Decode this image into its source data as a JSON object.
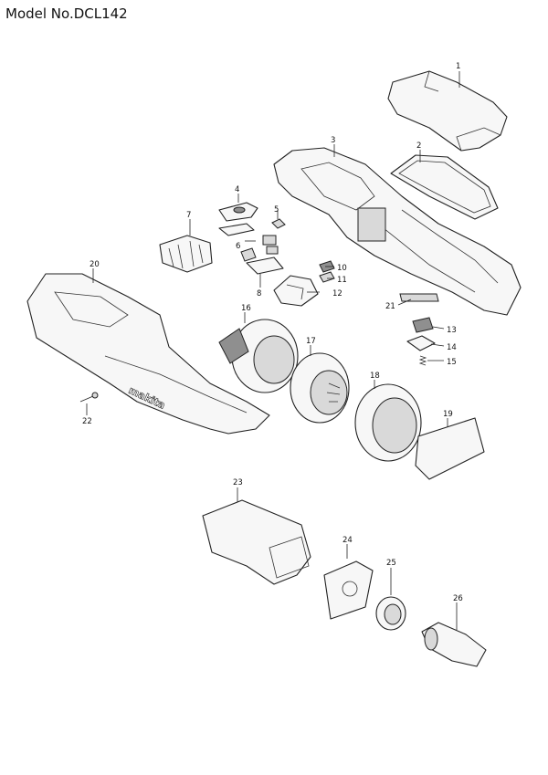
{
  "title": "Model No.DCL142",
  "brand_logo": "makita",
  "parts": [
    {
      "no": "1"
    },
    {
      "no": "2"
    },
    {
      "no": "3"
    },
    {
      "no": "4"
    },
    {
      "no": "5"
    },
    {
      "no": "6"
    },
    {
      "no": "7"
    },
    {
      "no": "8"
    },
    {
      "no": "10"
    },
    {
      "no": "11"
    },
    {
      "no": "12"
    },
    {
      "no": "13"
    },
    {
      "no": "14"
    },
    {
      "no": "15"
    },
    {
      "no": "16"
    },
    {
      "no": "17"
    },
    {
      "no": "18"
    },
    {
      "no": "19"
    },
    {
      "no": "20"
    },
    {
      "no": "21"
    },
    {
      "no": "22"
    },
    {
      "no": "23"
    },
    {
      "no": "24"
    },
    {
      "no": "25"
    },
    {
      "no": "26"
    }
  ]
}
